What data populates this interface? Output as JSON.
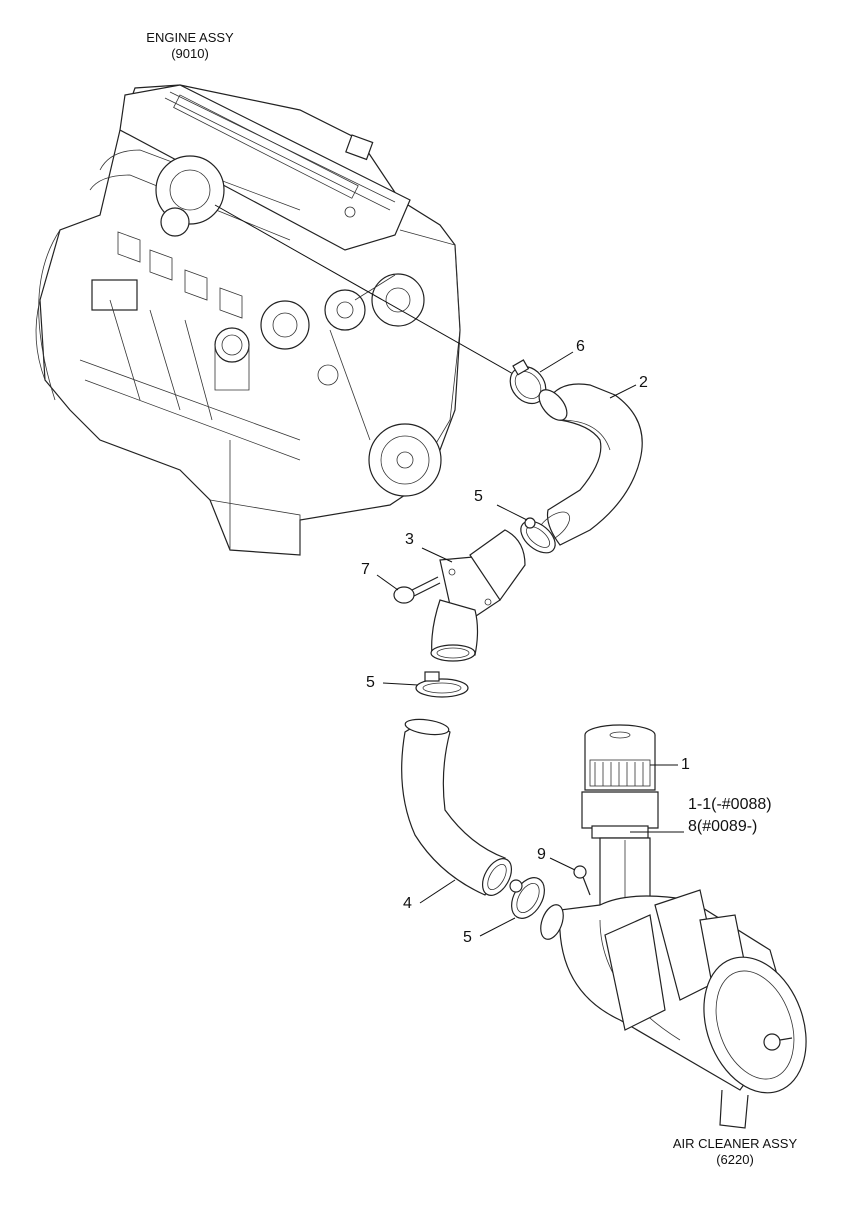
{
  "captions": {
    "engine_title": "ENGINE ASSY",
    "engine_code": "(9010)",
    "air_cleaner_title": "AIR CLEANER ASSY",
    "air_cleaner_code": "(6220)"
  },
  "callouts": {
    "p1": "1",
    "p1_1": "1-1(-#0088)",
    "p8": "8(#0089-)",
    "p2": "2",
    "p3": "3",
    "p4": "4",
    "p5a": "5",
    "p5b": "5",
    "p5c": "5",
    "p6": "6",
    "p7": "7",
    "p9": "9"
  },
  "colors": {
    "line": "#222222",
    "background": "#ffffff"
  }
}
